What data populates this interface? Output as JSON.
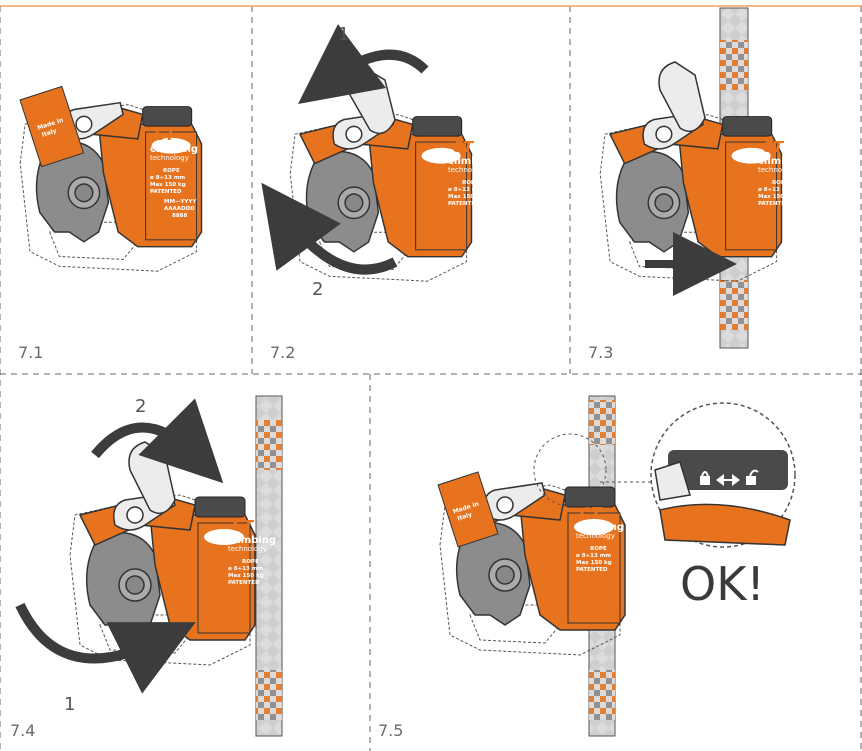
{
  "panels": [
    {
      "label": "7.1"
    },
    {
      "label": "7.2",
      "steps": [
        "1",
        "2"
      ]
    },
    {
      "label": "7.3"
    },
    {
      "label": "7.4",
      "steps": [
        "2",
        "1"
      ]
    },
    {
      "label": "7.5",
      "ok": "OK!"
    }
  ],
  "device": {
    "brand_logo": "CT",
    "brand_name": "climbing",
    "brand_sub": "technology",
    "made_in": "Made in",
    "italy": "Italy",
    "spec_lines": [
      "ROPE",
      "ø 8÷13 mm",
      "Max 150 kg",
      "PATENTED",
      "MM—YYYY",
      "AAAADDD",
      "8888"
    ]
  },
  "colors": {
    "orange": "#e8731f",
    "grey": "#8c8c8c",
    "dark": "#3c3c3c",
    "rope": "#dcdcdc",
    "accent_line": "#f0a060"
  }
}
